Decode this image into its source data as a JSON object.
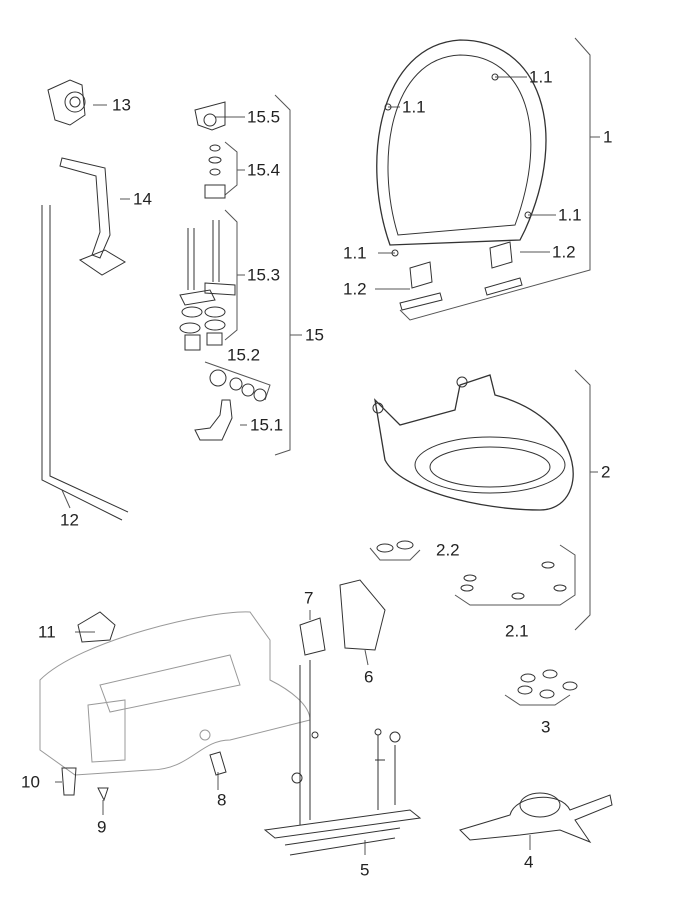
{
  "labels": {
    "p1": "1",
    "p1_1": "1.1",
    "p1_2": "1.2",
    "p2": "2",
    "p2_1": "2.1",
    "p2_2": "2.2",
    "p3": "3",
    "p4": "4",
    "p5": "5",
    "p6": "6",
    "p7": "7",
    "p8": "8",
    "p9": "9",
    "p10": "10",
    "p11": "11",
    "p12": "12",
    "p13": "13",
    "p14": "14",
    "p15": "15",
    "p15_1": "15.1",
    "p15_2": "15.2",
    "p15_3": "15.3",
    "p15_4": "15.4",
    "p15_5": "15.5"
  }
}
